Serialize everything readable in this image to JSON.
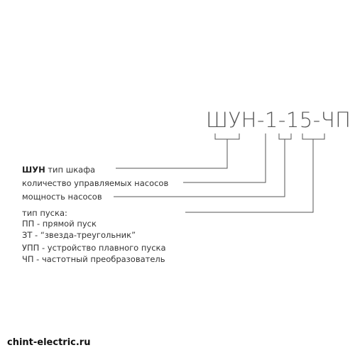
{
  "code": "ШУН-1-15-ЧП",
  "labels": {
    "cabinet_prefix": "ШУН",
    "cabinet_type": " тип шкафа",
    "pump_count": "количество управляемых насосов",
    "pump_power": "мощность насосов",
    "start_type": "тип пуска:",
    "direct_start": "ПП - прямой пуск",
    "star_delta": "ЗТ - “звезда-треугольник”",
    "soft_start": "УПП - устройство плавного пуска",
    "frequency_converter": "ЧП - частотный преобразователь"
  },
  "footer": {
    "site": "chint-electric.ru"
  }
}
